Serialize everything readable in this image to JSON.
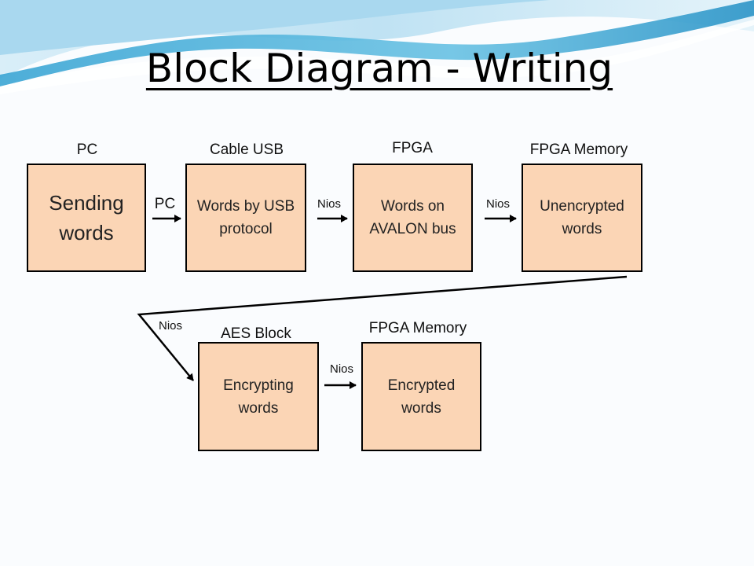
{
  "title": "Block Diagram - Writing",
  "blocks": [
    {
      "header": "PC",
      "text": "Sending words"
    },
    {
      "header": "Cable USB",
      "text": "Words by USB protocol"
    },
    {
      "header": "FPGA",
      "text": "Words on AVALON bus"
    },
    {
      "header": "FPGA Memory",
      "text": "Unencrypted words"
    },
    {
      "header": "AES Block",
      "text": "Encrypting words"
    },
    {
      "header": "FPGA Memory",
      "text": "Encrypted words"
    }
  ],
  "edges": [
    {
      "label": "PC"
    },
    {
      "label": "Nios"
    },
    {
      "label": "Nios"
    },
    {
      "label": "Nios"
    },
    {
      "label": "Nios"
    }
  ],
  "colors": {
    "block_fill": "#fbd5b5",
    "border": "#000000",
    "wave_light": "#cfe8f5",
    "wave_dark": "#4fb3d9"
  }
}
